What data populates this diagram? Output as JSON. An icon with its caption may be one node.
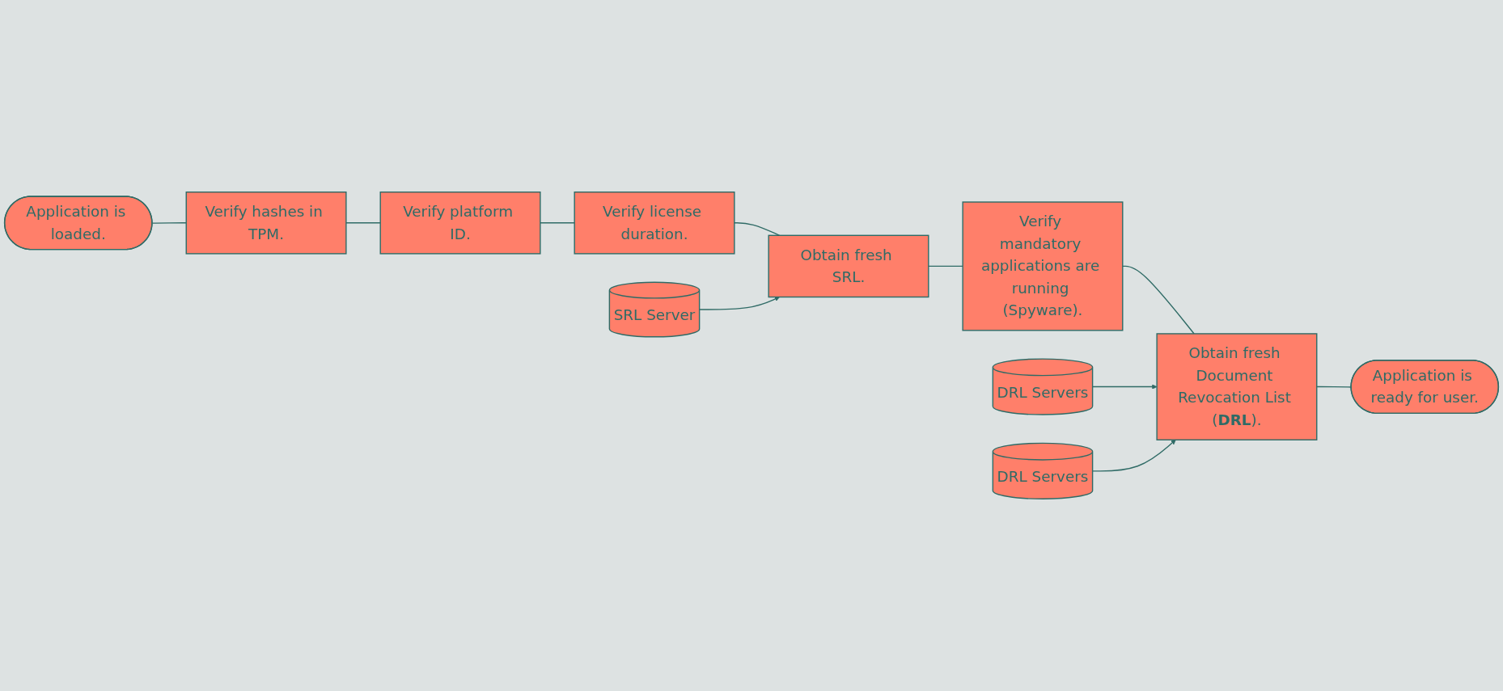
{
  "diagram": {
    "nodes": [
      {
        "text": [
          "Application is loaded."
        ]
      },
      {
        "text": [
          "Verify hashes in TPM."
        ]
      },
      {
        "text": [
          "Verify platform ID."
        ]
      },
      {
        "text": [
          "Verify license duration."
        ]
      },
      {
        "text": [
          "DRL Servers"
        ]
      },
      {
        "text": [
          "DRL Servers"
        ]
      },
      {
        "text": [
          "SRL Server"
        ]
      },
      {
        "text": [
          "Obtain fresh SRL."
        ]
      },
      {
        "text": [
          "Verify mandatory applications are running (Spyware)."
        ]
      },
      {
        "text": [
          "Obtain fresh Document Revocation List (**DRL**)."
        ]
      },
      {
        "text": [
          "Application is ready for user."
        ]
      }
    ],
    "edges": [
      {
        "from": 0,
        "to": 1,
        "arrow": "none"
      },
      {
        "from": 1,
        "to": 2,
        "arrow": "none"
      },
      {
        "from": 2,
        "to": 3,
        "arrow": "none"
      },
      {
        "from": 3,
        "to": 7,
        "arrow": "none"
      },
      {
        "from": 6,
        "to": 7,
        "arrow": "to"
      },
      {
        "from": 7,
        "to": 8,
        "arrow": "none"
      },
      {
        "from": 8,
        "to": 9,
        "arrow": "none"
      },
      {
        "from": 4,
        "to": 9,
        "arrow": "to"
      },
      {
        "from": 5,
        "to": 9,
        "arrow": "to"
      },
      {
        "from": 9,
        "to": 10,
        "arrow": "none"
      }
    ]
  }
}
